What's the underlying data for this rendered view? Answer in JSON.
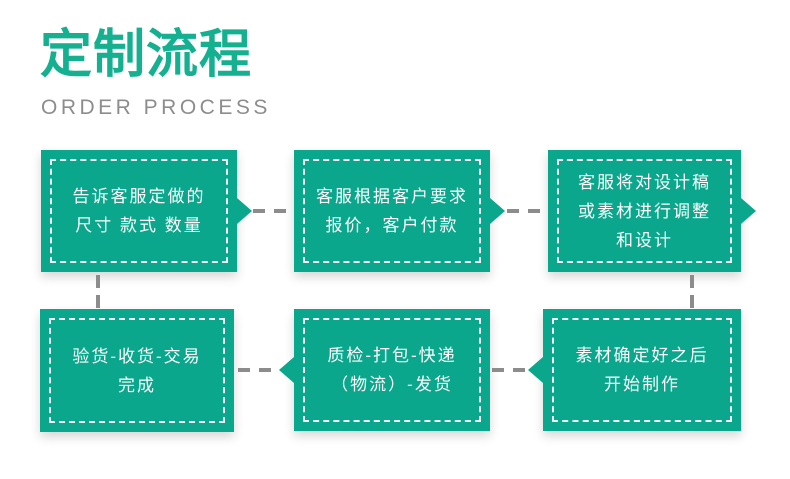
{
  "header": {
    "title": "定制流程",
    "subtitle": "ORDER PROCESS"
  },
  "colors": {
    "box_teal": "#0aa78c",
    "title_green": "#14b090",
    "subtitle_gray": "#8d8d8d",
    "connector_gray": "#8c8c8c",
    "box_text": "#ffffff",
    "background": "#ffffff"
  },
  "steps": [
    {
      "order": 1,
      "text": "告诉客服定做的\n尺寸 款式 数量"
    },
    {
      "order": 2,
      "text": "客服根据客户要求\n报价，客户付款"
    },
    {
      "order": 3,
      "text": "客服将对设计稿\n或素材进行调整\n和设计"
    },
    {
      "order": 4,
      "text": "素材确定好之后\n开始制作"
    },
    {
      "order": 5,
      "text": "质检-打包-快递\n（物流）-发货"
    },
    {
      "order": 6,
      "text": "验货-收货-交易\n完成"
    }
  ]
}
